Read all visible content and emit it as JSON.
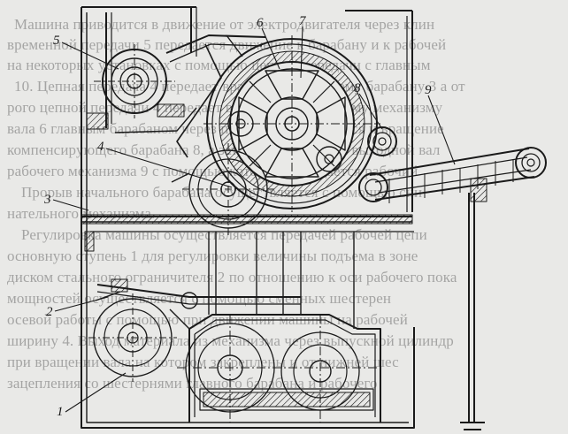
{
  "background_text": [
    "",
    "Машина приводится в движение от электродвигателя через клин",
    "временной передачи 5 передается движение к барабану и к рабочей",
    "на некоторых установках с помощью цепной передачи с главным",
    "10. Цепная передача 4 передает вращение приемному барабану 3 а от",
    "рого цепной передачи 4 передает вращение питающему механизму",
    "вала 6 главным барабаном через передачу 7 передается и вращение",
    "компенсирующего барабана 8, а затем передается на выходной вал",
    "рабочего механизма 9 с помощью которого передается рабочий",
    "Прорыв начального барабана осуществляется с помощью сни",
    "нательного механизма.",
    "Регулировка машины осуществляется передачей рабочей цепи",
    "основную ступень 1 для регулировки величины подъема в зоне",
    "диском стального ограничителя 2 по отношению к оси рабочего пока",
    "мощностей осуществляется с помощью сменных шестерен",
    "осевой работы с помощью при движении машины на рабочей",
    "ширину 4. Выход материала из механизма через выпускной цилиндр",
    "при вращении вала на котором закреплены и от нижней шес",
    "зацепления со шестернями главного барабана и рабочего"
  ],
  "callouts": [
    "1",
    "2",
    "3",
    "4",
    "5",
    "6",
    "7",
    "8",
    "9"
  ],
  "colors": {
    "ink": "#1a1a1a",
    "paper": "#e9e9e7",
    "background_text": "#6d6d6d"
  }
}
